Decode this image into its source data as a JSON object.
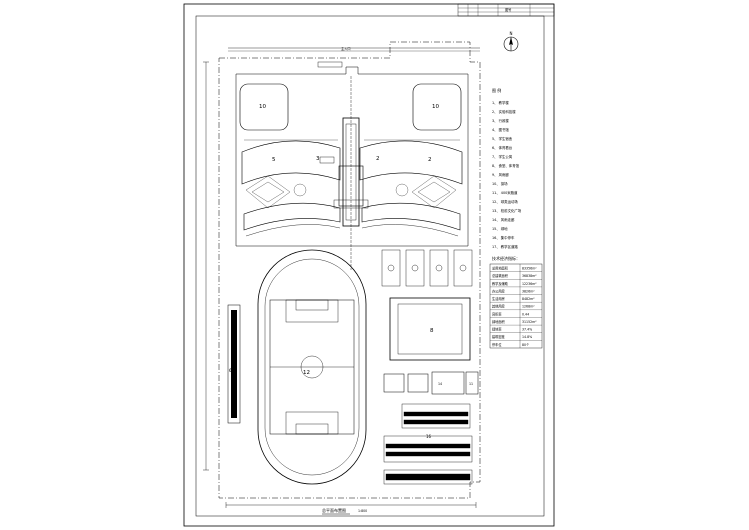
{
  "title_block": {
    "label": "图号"
  },
  "site": {
    "north_label": "N",
    "entrance_label": "主入口",
    "plan_title": "总平面布置图",
    "scale": "1:800"
  },
  "zones": {
    "z10_left": "10",
    "z10_right": "10",
    "z5": "5",
    "z3": "3",
    "z2": "2",
    "z2b": "2",
    "z6": "6",
    "z8": "8",
    "z12": "12",
    "z14": "14",
    "z11": "11",
    "z16": "16"
  },
  "legend": {
    "header": "图 例",
    "items": [
      "1、 教学楼",
      "2、 实验科技楼",
      "3、 行政楼",
      "4、 图书馆",
      "5、 学生宿舍",
      "6、 体育看台",
      "7、 学生公寓",
      "8、 食堂、体育馆",
      "9、 风雨廊",
      "10、 操场",
      "11、 400米跑道",
      "12、 球类运动场",
      "13、 校前文化广场",
      "14、 风雨走廊",
      "15、 绿地",
      "16、 集中停车",
      "17、 教学区道路"
    ]
  },
  "indicators": {
    "header": "技术经济指标：",
    "rows": [
      {
        "label": "总用地面积",
        "value": "83356m²"
      },
      {
        "label": "总建筑面积",
        "value": "36838m²"
      },
      {
        "label": "教学及辅助",
        "value": "12236m²"
      },
      {
        "label": "办公用房",
        "value": "3826m²"
      },
      {
        "label": "生活用房",
        "value": "8482m²"
      },
      {
        "label": "其他用房",
        "value": "1268m²"
      },
      {
        "label": "容积率",
        "value": "0.44"
      },
      {
        "label": "绿地面积",
        "value": "31152m²"
      },
      {
        "label": "绿地率",
        "value": "37.4%"
      },
      {
        "label": "建筑密度",
        "value": "14.8%"
      },
      {
        "label": "停车位",
        "value": "80个"
      }
    ]
  }
}
